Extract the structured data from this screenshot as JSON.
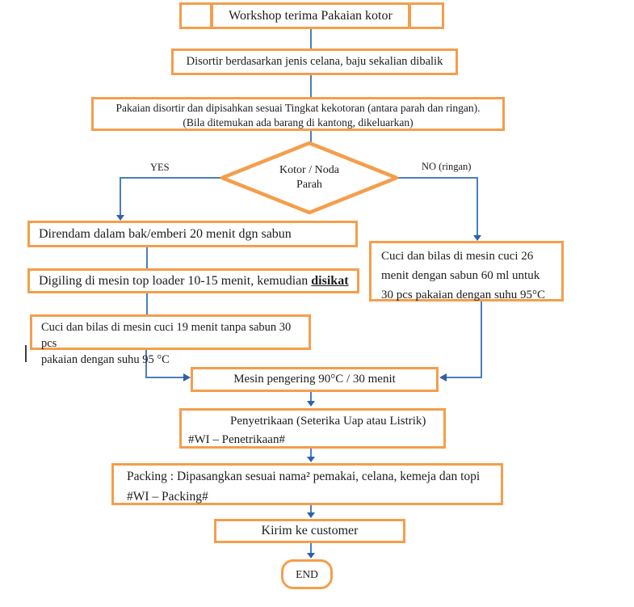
{
  "colors": {
    "box_border": "#F49E4C",
    "connector": "#4A7EBB",
    "arrowhead": "#3060A8",
    "text": "#1C1C1C"
  },
  "flow": {
    "start": "Workshop terima Pakaian kotor",
    "sort": "Disortir berdasarkan jenis celana, baju sekalian dibalik",
    "separate_line1": "Pakaian disortir dan dipisahkan sesuai Tingkat kekotoran (antara parah dan ringan).",
    "separate_line2": "(Bila ditemukan ada barang di kantong, dikeluarkan)",
    "decision_line1": "Kotor / Noda",
    "decision_line2": "Parah",
    "branch_yes": "YES",
    "branch_no": "NO (ringan)",
    "soak": "Direndam dalam bak/emberi 20 menit dgn sabun",
    "grind_text": "Digiling di mesin top loader 10-15 menit, kemudian ",
    "grind_emphasis": "disikat",
    "wash_heavy_line1": "Cuci dan bilas di mesin cuci 19 menit tanpa sabun 30 pcs",
    "wash_heavy_line2": "pakaian dengan suhu 95 °C",
    "wash_light_line1": "Cuci dan bilas di mesin cuci 26",
    "wash_light_line2": "menit dengan sabun 60 ml untuk",
    "wash_light_line3": "30 pcs pakaian dengan suhu 95°C",
    "dryer": "Mesin pengering 90°C / 30 menit",
    "ironing_line1": "Penyetrikaan (Seterika Uap atau Listrik)",
    "ironing_line2": "#WI – Penetrikaan#",
    "packing_line1": "Packing : Dipasangkan sesuai nama² pemakai, celana, kemeja dan topi",
    "packing_line2": "#WI – Packing#",
    "ship": "Kirim ke customer",
    "end": "END"
  }
}
